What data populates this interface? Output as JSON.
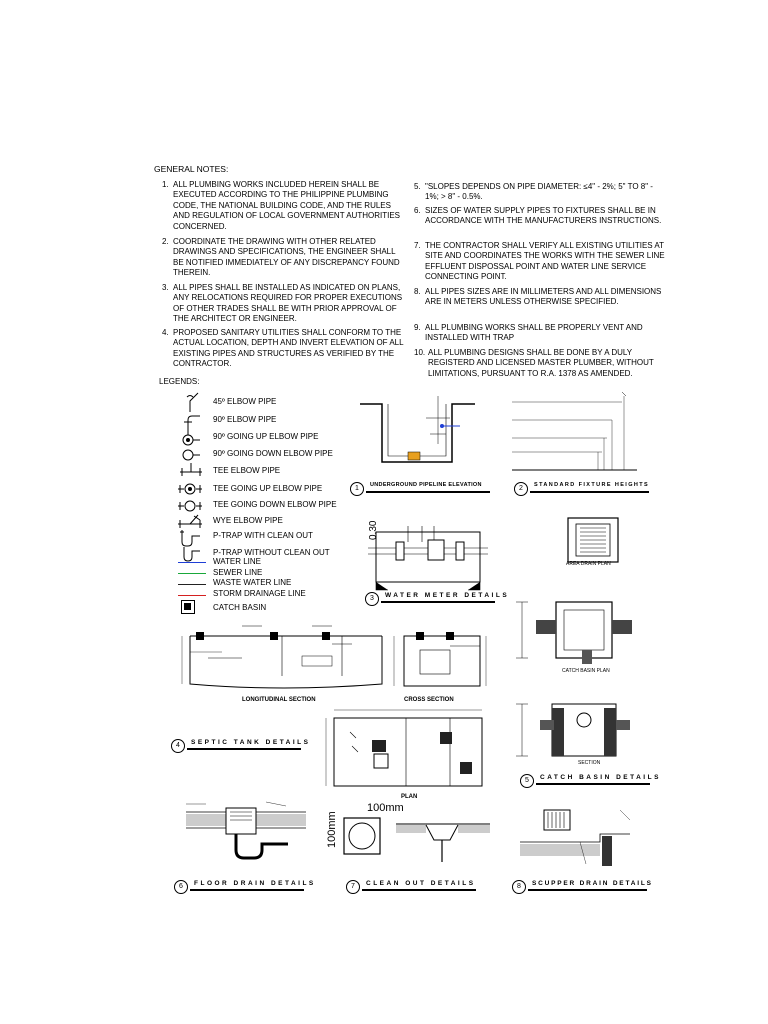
{
  "general_notes": {
    "title": "GENERAL NOTES:",
    "left": [
      {
        "num": "1.",
        "text": "ALL PLUMBING WORKS INCLUDED HEREIN SHALL BE EXECUTED ACCORDING TO THE PHILIPPINE PLUMBING CODE, THE NATIONAL BUILDING CODE, AND THE RULES AND REGULATION OF LOCAL GOVERNMENT AUTHORITIES CONCERNED."
      },
      {
        "num": "2.",
        "text": "COORDINATE THE DRAWING WITH OTHER RELATED DRAWINGS AND SPECIFICATIONS, THE ENGINEER SHALL BE NOTIFIED IMMEDIATELY OF ANY DISCREPANCY FOUND THEREIN."
      },
      {
        "num": "3.",
        "text": "ALL PIPES SHALL BE INSTALLED AS INDICATED ON PLANS, ANY RELOCATIONS REQUIRED FOR PROPER EXECUTIONS OF OTHER TRADES SHALL BE WITH PRIOR APPROVAL OF THE ARCHITECT OR ENGINEER."
      },
      {
        "num": "4.",
        "text": "PROPOSED SANITARY UTILITIES SHALL CONFORM TO THE ACTUAL LOCATION, DEPTH AND INVERT ELEVATION OF ALL EXISTING PIPES AND STRUCTURES AS VERIFIED BY THE CONTRACTOR."
      }
    ],
    "right": [
      {
        "num": "5.",
        "text": "\"SLOPES DEPENDS ON PIPE DIAMETER: ≤4\" - 2%; 5\" TO 8\" - 1%; > 8\" - 0.5%."
      },
      {
        "num": "6.",
        "text": "SIZES OF WATER SUPPLY PIPES TO FIXTURES SHALL BE IN ACCORDANCE WITH THE MANUFACTURERS INSTRUCTIONS."
      },
      {
        "num": "7.",
        "text": "THE CONTRACTOR SHALL VERIFY ALL EXISTING UTILITIES AT SITE AND COORDINATES THE WORKS WITH THE SEWER LINE EFFLUENT DISPOSSAL POINT AND WATER LINE SERVICE CONNECTING POINT."
      },
      {
        "num": "8.",
        "text": "ALL PIPES SIZES ARE IN MILLIMETERS AND ALL DIMENSIONS ARE IN METERS UNLESS OTHERWISE SPECIFIED."
      },
      {
        "num": "9.",
        "text": "ALL PLUMBING WORKS SHALL BE PROPERLY VENT AND INSTALLED WITH TRAP"
      },
      {
        "num": "10.",
        "text": "ALL PLUMBING DESIGNS SHALL BE DONE BY A DULY REGISTERD AND LICENSED MASTER PLUMBER, WITHOUT LIMITATIONS, PURSUANT TO R.A. 1378 AS AMENDED."
      }
    ]
  },
  "legends": {
    "title": "LEGENDS:",
    "items": [
      "45º ELBOW PIPE",
      "90º ELBOW PIPE",
      "90º GOING UP ELBOW PIPE",
      "90º GOING DOWN ELBOW PIPE",
      "TEE ELBOW PIPE",
      "TEE GOING UP ELBOW PIPE",
      "TEE GOING DOWN ELBOW PIPE",
      "WYE ELBOW PIPE",
      "P-TRAP WITH CLEAN OUT",
      "P-TRAP WITHOUT CLEAN OUT"
    ],
    "lines": [
      {
        "label": "WATER LINE",
        "color": "#1f3fd6"
      },
      {
        "label": "SEWER LINE",
        "color": "#19a83a"
      },
      {
        "label": "WASTE WATER LINE",
        "color": "#222222"
      },
      {
        "label": "STORM DRAINAGE LINE",
        "color": "#d42020"
      }
    ],
    "catch_basin": "CATCH BASIN"
  },
  "details": {
    "d1": {
      "num": "1",
      "title": "UNDERGROUND PIPELINE ELEVATION"
    },
    "d2": {
      "num": "2",
      "title": "STANDARD FIXTURE HEIGHTS"
    },
    "d3": {
      "num": "3",
      "title": "WATER METER DETAILS"
    },
    "d4": {
      "num": "4",
      "title": "SEPTIC TANK DETAILS"
    },
    "d5": {
      "num": "5",
      "title": "CATCH BASIN DETAILS"
    },
    "d6": {
      "num": "6",
      "title": "FLOOR DRAIN DETAILS"
    },
    "d7": {
      "num": "7",
      "title": "CLEAN OUT DETAILS"
    },
    "d8": {
      "num": "8",
      "title": "SCUPPER DRAIN DETAILS"
    }
  },
  "drawing_labels": {
    "longitudinal": "LONGITUDINAL  SECTION",
    "cross": "CROSS  SECTION",
    "plan": "PLAN",
    "area_drain": "AREA DRAIN PLAN",
    "catch_basin_plan": "CATCH  BASIN PLAN",
    "section": "SECTION",
    "dim_030": "0.30",
    "dim_100_h": "100mm",
    "dim_100_v": "100mm"
  }
}
